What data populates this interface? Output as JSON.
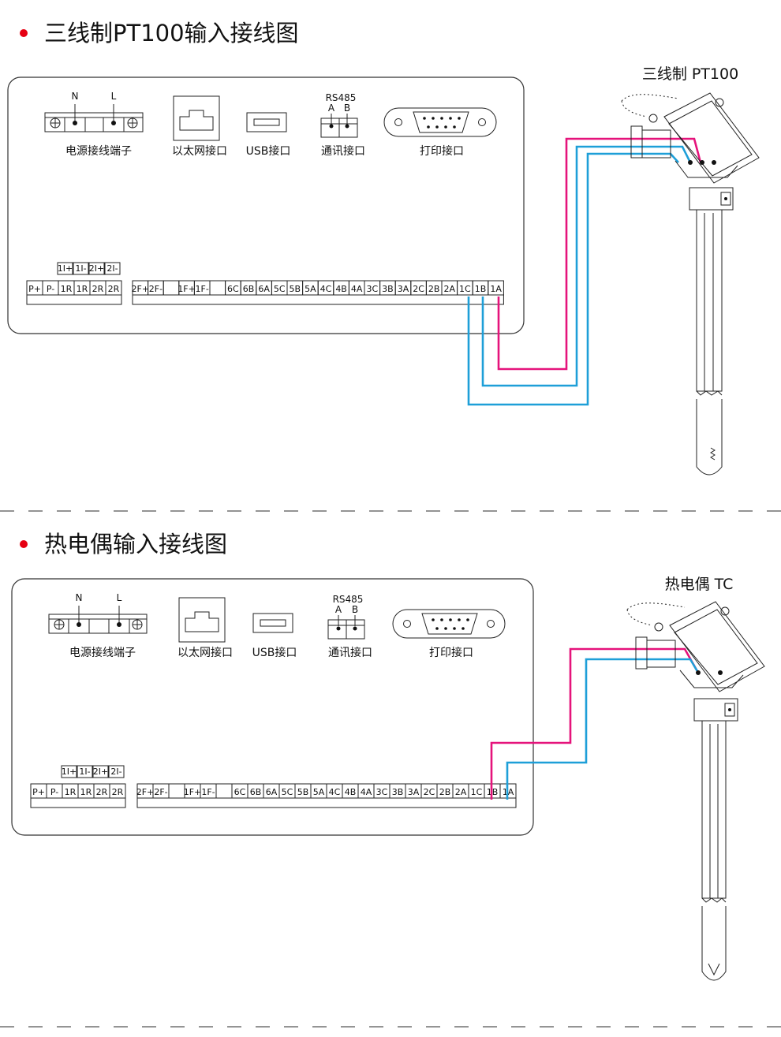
{
  "sections": [
    {
      "title": "三线制PT100输入接线图",
      "sensor_label": "三线制 PT100",
      "wires": [
        {
          "terminal": "1A",
          "color": "#e5137b"
        },
        {
          "terminal": "1B",
          "color": "#1e9fd8"
        },
        {
          "terminal": "1C",
          "color": "#1e9fd8"
        }
      ]
    },
    {
      "title": "热电偶输入接线图",
      "sensor_label": "热电偶 TC",
      "wires": [
        {
          "terminal": "1B",
          "color": "#e5137b"
        },
        {
          "terminal": "1A",
          "color": "#1e9fd8"
        }
      ]
    }
  ],
  "panel": {
    "power": {
      "label": "电源接线端子",
      "n": "N",
      "l": "L"
    },
    "ethernet": {
      "label": "以太网接口"
    },
    "usb": {
      "label": "USB接口"
    },
    "comm": {
      "label": "通讯接口",
      "protocol": "RS485",
      "a": "A",
      "b": "B"
    },
    "print": {
      "label": "打印接口"
    },
    "left_header": [
      "1I+",
      "1I-",
      "2I+",
      "2I-"
    ],
    "left_terminals": [
      "P+",
      "P-",
      "1R",
      "1R",
      "2R",
      "2R"
    ],
    "right_terminals": [
      "2F+",
      "2F-",
      "",
      "1F+",
      "1F-",
      "",
      "6C",
      "6B",
      "6A",
      "5C",
      "5B",
      "5A",
      "4C",
      "4B",
      "4A",
      "3C",
      "3B",
      "3A",
      "2C",
      "2B",
      "2A",
      "1C",
      "1B",
      "1A"
    ]
  },
  "colors": {
    "bullet": "#e60012",
    "wire_positive": "#e5137b",
    "wire_signal": "#1e9fd8"
  }
}
